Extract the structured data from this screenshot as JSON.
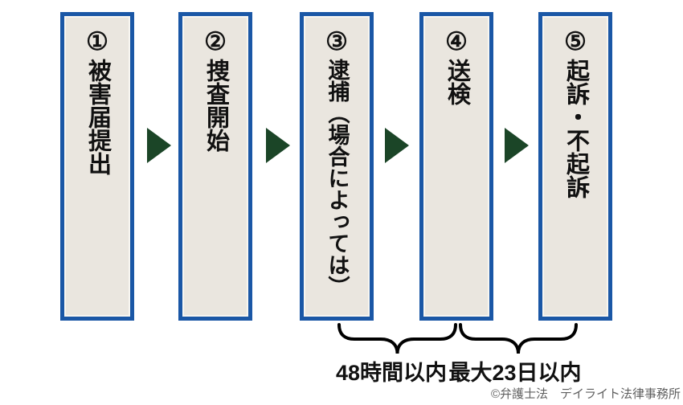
{
  "diagram": {
    "type": "flow",
    "direction": "left-to-right",
    "steps": [
      {
        "number": "①",
        "label": "被害届提出"
      },
      {
        "number": "②",
        "label": "捜査開始"
      },
      {
        "number": "③",
        "label": "逮捕（場合によっては）"
      },
      {
        "number": "④",
        "label": "送検"
      },
      {
        "number": "⑤",
        "label": "起訴・不起訴"
      }
    ],
    "arrows": {
      "count": 4,
      "icon": "right-triangle-arrow",
      "color": "#1b4527"
    },
    "time_spans": [
      {
        "label": "48時間以内",
        "from_step": 3,
        "to_step": 4
      },
      {
        "label": "最大23日以内",
        "from_step": 4,
        "to_step": 5
      }
    ],
    "copyright": "©弁護士法　デイライト法律事務所",
    "colors": {
      "box_border": "#1a57a6",
      "box_fill": "#eae6df",
      "box_inner_line": "#f8f6f1",
      "arrow": "#1b4527",
      "bracket": "#000000",
      "text": "#111111",
      "copyright_text": "#606060"
    }
  }
}
